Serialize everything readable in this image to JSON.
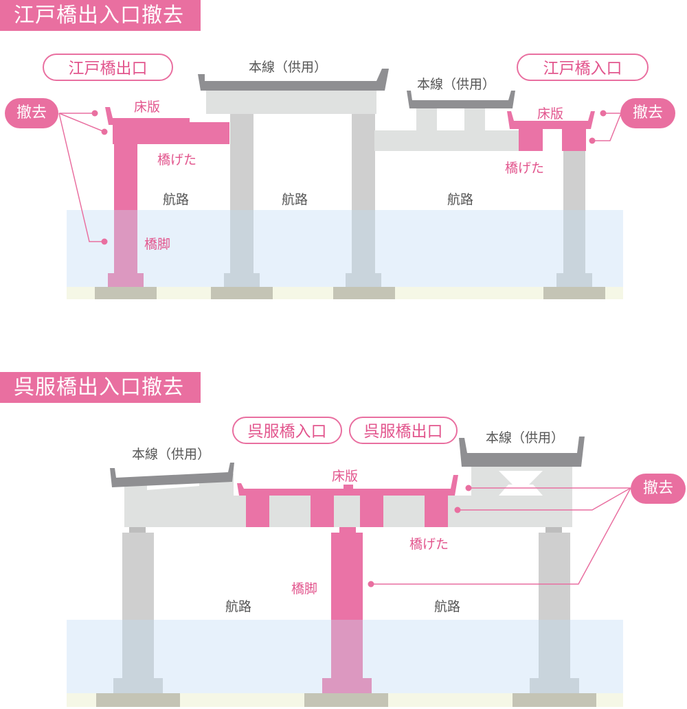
{
  "section1": {
    "title": "江戸橋出入口撤去",
    "exit_label": "江戸橋出口",
    "entrance_label": "江戸橋入口",
    "mainline_left": "本線（供用）",
    "mainline_right": "本線（供用）",
    "removal_left": "撤去",
    "removal_right": "撤去",
    "deck_left": "床版",
    "deck_right": "床版",
    "girder_left": "橋げた",
    "girder_right": "橋げた",
    "pier": "橋脚",
    "channel_1": "航路",
    "channel_2": "航路",
    "channel_3": "航路"
  },
  "section2": {
    "title": "呉服橋出入口撤去",
    "entrance_label": "呉服橋入口",
    "exit_label": "呉服橋出口",
    "mainline_left": "本線（供用）",
    "mainline_right": "本線（供用）",
    "deck": "床版",
    "removal": "撤去",
    "girder": "橋げた",
    "pier": "橋脚",
    "channel_1": "航路",
    "channel_2": "航路"
  },
  "colors": {
    "removed": "#ea73a6",
    "removed_light": "#dc98c0",
    "structure": "#cfcfcf",
    "structure_light": "#dfe1e0",
    "deck_gray": "#8f8f92",
    "water": "#e7f1fb",
    "footing": "#c4c4b5",
    "riverbed": "#f5f7e6",
    "accent_text": "#e2558d"
  }
}
